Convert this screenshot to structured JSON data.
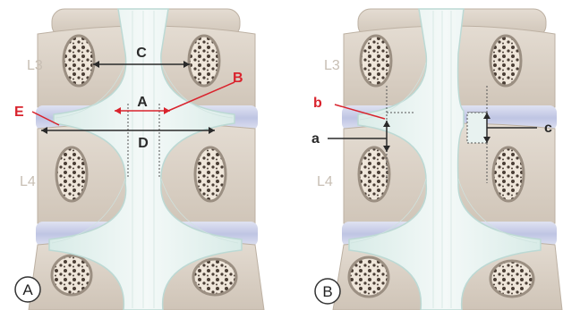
{
  "panel_a": {
    "badge": "A",
    "levels": {
      "upper": "L3",
      "lower": "L4"
    },
    "labels": {
      "A": "A",
      "B": "B",
      "C": "C",
      "D": "D",
      "E": "E"
    }
  },
  "panel_b": {
    "badge": "B",
    "levels": {
      "upper": "L3",
      "lower": "L4"
    },
    "labels": {
      "a": "a",
      "b": "b",
      "c": "c"
    }
  },
  "colors": {
    "bone": "#d8cfc4",
    "bone_edge": "#bdb1a3",
    "disc": "#c9cde6",
    "ligament": "#e8f2f0",
    "ligament_edge": "#bcd9d4",
    "annotation_dark": "#2a2a2a",
    "annotation_red": "#d9232d"
  }
}
